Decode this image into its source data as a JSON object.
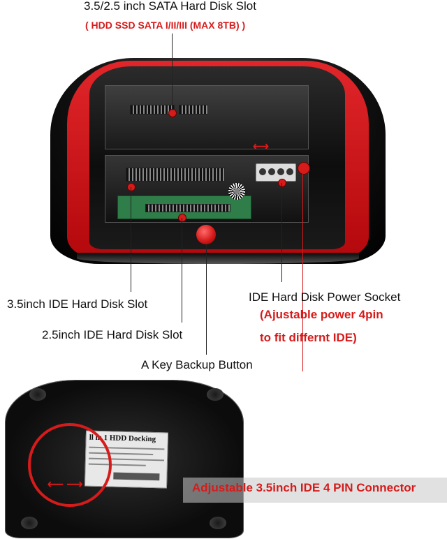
{
  "labels": {
    "sata_slot": "3.5/2.5 inch SATA Hard Disk Slot",
    "sata_spec": "(  HDD SSD SATA I/II/III (MAX 8TB)  )",
    "ide35_slot": "3.5inch IDE Hard Disk Slot",
    "ide25_slot": "2.5inch IDE Hard Disk Slot",
    "backup_button": "A Key Backup Button",
    "ide_power": "IDE Hard Disk Power Socket",
    "ide_power_note_1": "(Ajustable power 4pin",
    "ide_power_note_2": "to fit differnt IDE)",
    "connector_banner": "Adjustable 3.5inch IDE 4 PIN Connector"
  },
  "device_label": {
    "title": "ll in 1 HDD Docking"
  },
  "colors": {
    "accent_red": "#d61b1b",
    "device_red": "#c8101a",
    "device_black": "#101010"
  }
}
